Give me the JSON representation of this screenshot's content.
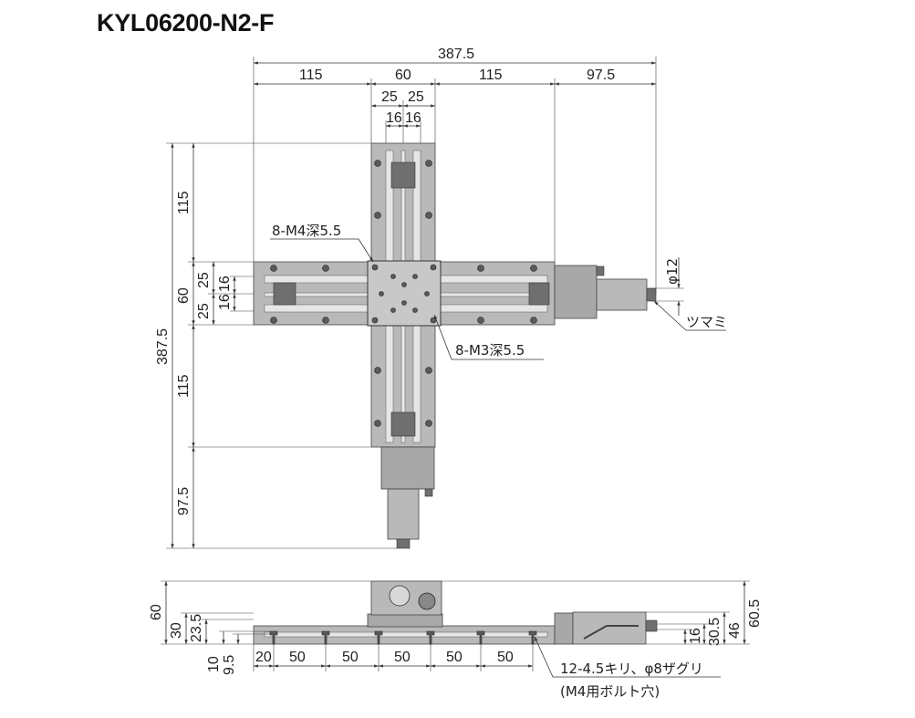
{
  "title": "KYL06200-N2-F",
  "top_dims": {
    "overall": "387.5",
    "a": "115",
    "b": "60",
    "c": "115",
    "d": "97.5",
    "e1": "25",
    "e2": "25",
    "f1": "16",
    "f2": "16"
  },
  "left_dims": {
    "overall": "387.5",
    "a": "115",
    "b": "60",
    "c": "115",
    "d": "97.5",
    "e1": "25",
    "e2": "25",
    "f1": "16",
    "f2": "16"
  },
  "labels": {
    "m4": "8-M4深5.5",
    "m3": "8-M3深5.5",
    "phi12": "φ12",
    "knob": "ツマミ",
    "holes_line1": "12-4.5キリ、φ8ザグリ",
    "holes_line2": "(M4用ボルト穴)"
  },
  "side_dims": {
    "h60": "60",
    "h30": "30",
    "h23_5": "23.5",
    "h10": "10",
    "h9_5": "9.5",
    "p20": "20",
    "p50_1": "50",
    "p50_2": "50",
    "p50_3": "50",
    "p50_4": "50",
    "p50_5": "50",
    "r60_5": "60.5",
    "r46": "46",
    "r30_5": "30.5",
    "r16": "16"
  }
}
